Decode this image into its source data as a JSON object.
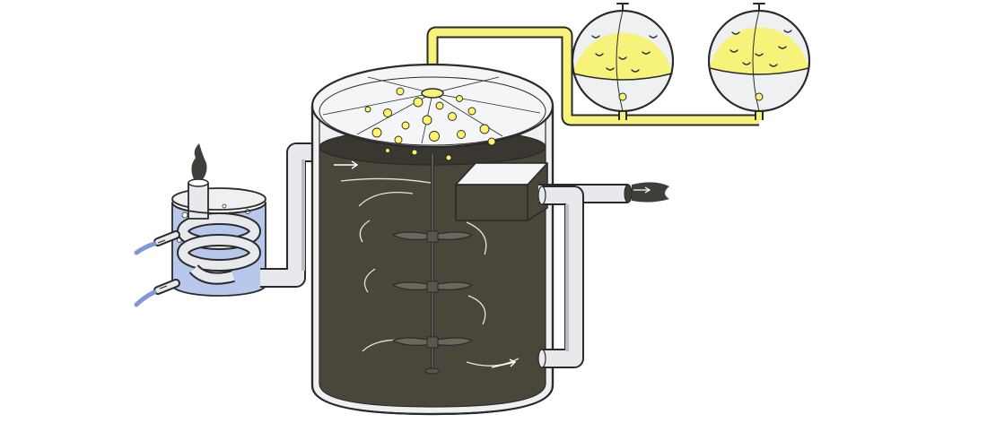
{
  "colors": {
    "background": "#ffffff",
    "outline": "#2a2a2a",
    "sludge": "#4a463a",
    "sludge_dark": "#3a3730",
    "tank_glass": "#eef0f2",
    "pipe": "#e7e9ec",
    "pipe_shade": "#b9bec4",
    "biogas": "#f6f27a",
    "biogas_bright": "#fff46a",
    "water": "#b8c8ec",
    "water_dark": "#7f97d4",
    "smoke": "#3f3f3a"
  },
  "icons": [
    "digester-tank",
    "mixer-impeller",
    "heat-exchanger-coil",
    "gas-storage-sphere",
    "gas-pipe",
    "sludge-inlet-pipe",
    "sludge-outlet-pipe",
    "overflow-box",
    "flow-arrow"
  ]
}
